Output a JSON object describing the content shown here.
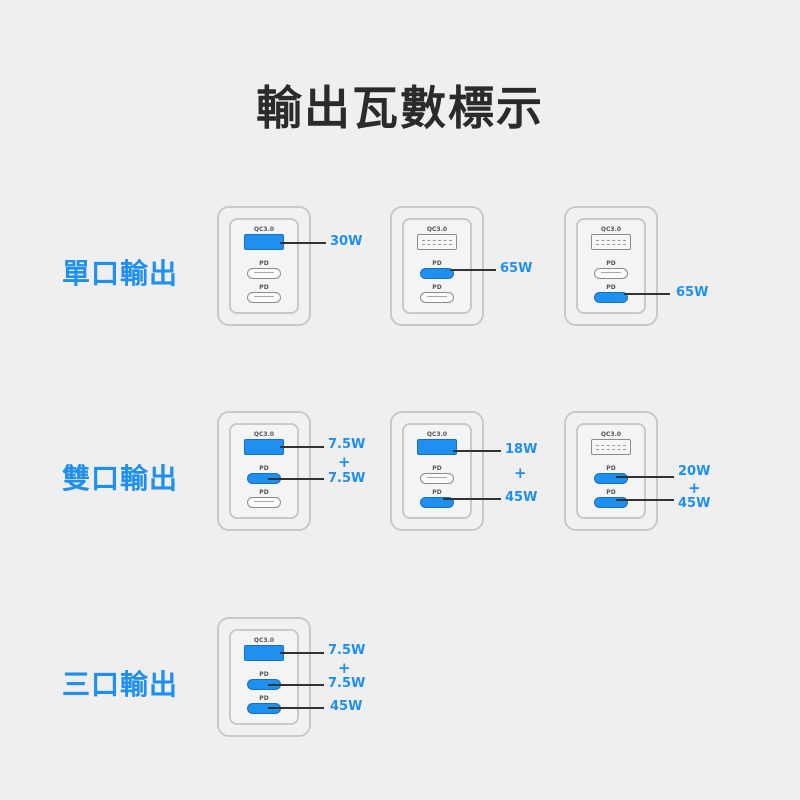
{
  "title": "輸出瓦數標示",
  "rows": [
    {
      "label": "單口輸出"
    },
    {
      "label": "雙口輸出"
    },
    {
      "label": "三口輸出"
    }
  ],
  "port_labels": {
    "usb_a": "QC3.0",
    "usb_c": "PD"
  },
  "plus": "+",
  "colors": {
    "accent": "#1f8ff0",
    "title": "#2b2b2b",
    "background": "#efefef"
  },
  "single": [
    {
      "active": "usb-a",
      "watt": "30W"
    },
    {
      "active": "usb-c1",
      "watt": "65W"
    },
    {
      "active": "usb-c2",
      "watt": "65W"
    }
  ],
  "dual": [
    {
      "active": [
        "usb-a",
        "usb-c1"
      ],
      "watts": [
        "7.5W",
        "7.5W"
      ]
    },
    {
      "active": [
        "usb-a",
        "usb-c2"
      ],
      "watts": [
        "18W",
        "45W"
      ]
    },
    {
      "active": [
        "usb-c1",
        "usb-c2"
      ],
      "watts": [
        "20W",
        "45W"
      ]
    }
  ],
  "triple": [
    {
      "active": [
        "usb-a",
        "usb-c1",
        "usb-c2"
      ],
      "watts": [
        "7.5W",
        "7.5W",
        "45W"
      ]
    }
  ]
}
